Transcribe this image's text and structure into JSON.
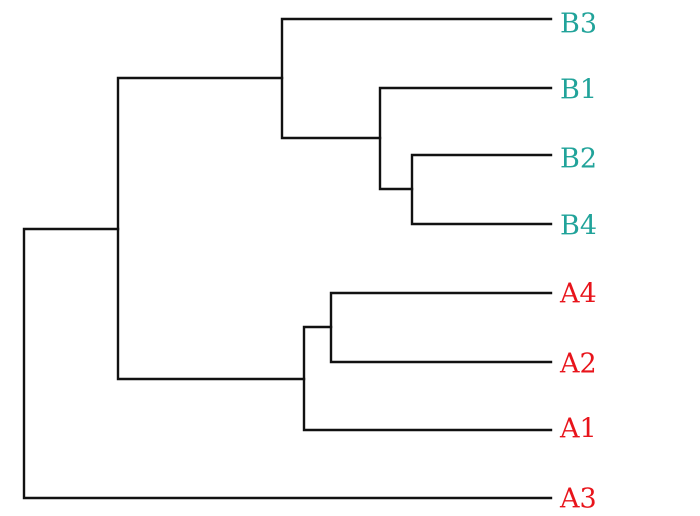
{
  "diagram": {
    "type": "dendrogram",
    "colors": {
      "branch": "#111111",
      "group_b": "#21a39a",
      "group_a": "#e8141b"
    },
    "leaves": [
      {
        "label": "B3",
        "group": "group_b"
      },
      {
        "label": "B1",
        "group": "group_b"
      },
      {
        "label": "B2",
        "group": "group_b"
      },
      {
        "label": "B4",
        "group": "group_b"
      },
      {
        "label": "A4",
        "group": "group_a"
      },
      {
        "label": "A2",
        "group": "group_a"
      },
      {
        "label": "A1",
        "group": "group_a"
      },
      {
        "label": "A3",
        "group": "group_a"
      }
    ]
  }
}
